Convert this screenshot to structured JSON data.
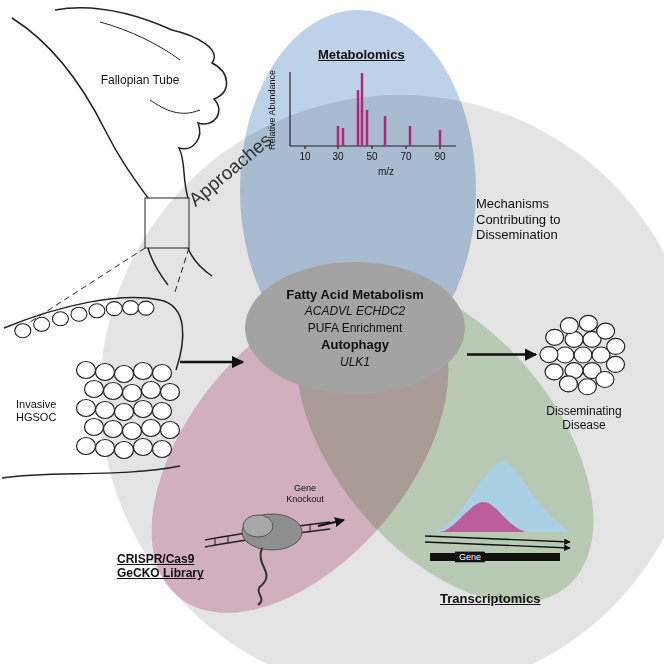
{
  "diagram": {
    "nodes": [
      {
        "text": [
          "Approaches"
        ]
      },
      {
        "text": [
          "Metabolomics"
        ],
        "in": 0
      },
      {
        "text": [
          "CRISPR/Cas9 GeCKO Library"
        ],
        "in": 0
      },
      {
        "text": [
          "Transcriptomics"
        ],
        "in": 0
      },
      {
        "text": [
          "Fatty Acid Metabolism",
          "ACADVL ECHDC2",
          "PUFA Enrichment",
          "Autophagy",
          "ULK1"
        ],
        "in": 0
      },
      {
        "text": [
          "Invasive HGSOC"
        ]
      },
      {
        "text": [
          "Disseminating Disease"
        ]
      }
    ],
    "edges": [
      {
        "from": 5,
        "to": 4,
        "arrow": "to"
      },
      {
        "from": 4,
        "to": 6,
        "arrow": "to"
      }
    ],
    "labels": [
      "Fallopian Tube",
      "Mechanisms Contributing to Dissemination",
      "Relative Abundance",
      "10",
      "30",
      "50",
      "70",
      "90",
      "m/z",
      "Gene Knockout",
      "Gene"
    ]
  }
}
